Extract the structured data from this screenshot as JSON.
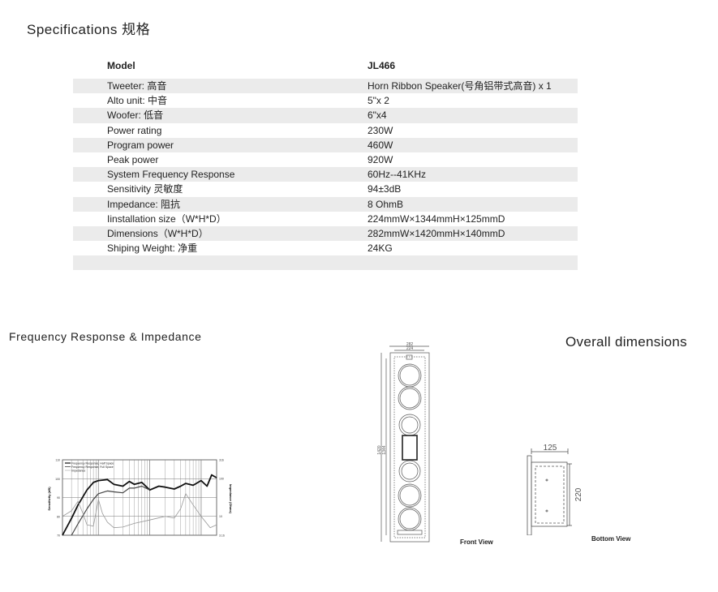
{
  "title": "Specifications 规格",
  "specs": {
    "header": {
      "label": "Model",
      "value": "JL466"
    },
    "rows": [
      {
        "label": "Tweeter: 高音",
        "value": "Horn Ribbon Speaker(号角铝带式高音) x 1"
      },
      {
        "label": "Alto unit: 中音",
        "value": "5\"x 2"
      },
      {
        "label": "Woofer: 低音",
        "value": "6\"x4"
      },
      {
        "label": "Power rating",
        "value": "230W"
      },
      {
        "label": "Program power",
        "value": "460W"
      },
      {
        "label": "Peak power",
        "value": "920W"
      },
      {
        "label": "System Frequency Response",
        "value": "60Hz--41KHz"
      },
      {
        "label": "Sensitivity 灵敏度",
        "value": "94±3dB"
      },
      {
        "label": "Impedance: 阻抗",
        "value": "8 OhmB"
      },
      {
        "label": "Iinstallation size（W*H*D）",
        "value": "224mmW×1344mmH×125mmD"
      },
      {
        "label": "Dimensions（W*H*D）",
        "value": "282mmW×1420mmH×140mmD"
      },
      {
        "label": "Shiping Weight: 净重",
        "value": "24KG"
      },
      {
        "label": "",
        "value": ""
      }
    ]
  },
  "frequency_title": "Frequency Response & Impedance",
  "dimensions_title": "Overall dimensions",
  "front_view": {
    "caption": "Front View",
    "width_outer": "282",
    "width_inner": "224",
    "height_outer": "1420",
    "height_inner": "1344"
  },
  "bottom_view": {
    "caption": "Bottom View",
    "depth": "125",
    "width": "220"
  },
  "chart_data": {
    "type": "line",
    "xscale": "log",
    "xlim": [
      20,
      20000
    ],
    "ylabel": "Sensitivity (dB)",
    "ylim": [
      70,
      110
    ],
    "yticks": [
      "110",
      "100",
      "90",
      "80",
      "70"
    ],
    "y2label": "Impedance (Ohms)",
    "y2lim": [
      3.16,
      316
    ],
    "y2ticks": [
      "316",
      "100",
      "10",
      "3.16"
    ],
    "grid": true,
    "legend": "top-left",
    "series": [
      {
        "name": "Frequency Response, Half Space",
        "axis": "left",
        "color": "#111",
        "x": [
          20,
          30,
          40,
          60,
          80,
          100,
          150,
          200,
          300,
          400,
          500,
          700,
          1000,
          1500,
          2000,
          3000,
          4000,
          5000,
          7000,
          10000,
          13000,
          16000,
          20000
        ],
        "y": [
          70,
          79,
          86,
          94,
          98,
          99,
          99.5,
          97,
          96,
          98.5,
          97,
          98,
          94,
          96,
          95.5,
          94.5,
          96,
          97.5,
          96.5,
          99,
          96,
          102,
          100.5
        ]
      },
      {
        "name": "Frequency Response, Full Space",
        "axis": "left",
        "color": "#444",
        "x": [
          30,
          40,
          60,
          80,
          100,
          150,
          200,
          300,
          400,
          500,
          700,
          1000
        ],
        "y": [
          70,
          76,
          84,
          89,
          92,
          93.5,
          93,
          92.5,
          95,
          95,
          96,
          94
        ]
      },
      {
        "name": "Impedance",
        "axis": "right",
        "color": "#999",
        "x": [
          20,
          30,
          40,
          50,
          60,
          80,
          100,
          120,
          150,
          200,
          300,
          500,
          1000,
          2000,
          3000,
          4000,
          5000,
          7000,
          10000,
          15000,
          20000
        ],
        "y": [
          10,
          14,
          25,
          12,
          6,
          5.5,
          28,
          12,
          7,
          5,
          5.2,
          6.5,
          8,
          10,
          9,
          16,
          40,
          20,
          10,
          5,
          6
        ]
      }
    ]
  }
}
